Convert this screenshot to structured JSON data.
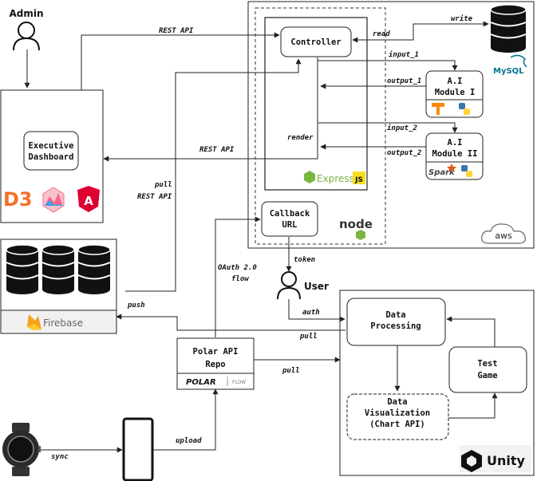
{
  "actors": {
    "admin": "Admin",
    "user": "User"
  },
  "boxes": {
    "controller": "Controller",
    "ai_module_1": [
      "A.I",
      "Module I"
    ],
    "ai_module_2": [
      "A.I",
      "Module II"
    ],
    "executive_dashboard": [
      "Executive",
      "Dashboard"
    ],
    "callback_url": [
      "Callback",
      "URL"
    ],
    "polar_api_repo": [
      "Polar API",
      "Repo"
    ],
    "data_processing": [
      "Data",
      "Processing"
    ],
    "test_game": [
      "Test",
      "Game"
    ],
    "data_visualization": [
      "Data",
      "Visualization",
      "(Chart API)"
    ]
  },
  "edge_labels": {
    "rest_api_top": "REST API",
    "read": "read",
    "write": "write",
    "input_1": "input_1",
    "output_1": "output_1",
    "input_2": "input_2",
    "output_2": "output_2",
    "render": "render",
    "rest_api_mid": "REST API",
    "pull_rest_api": [
      "pull",
      "REST API"
    ],
    "token": "token",
    "oauth": [
      "OAuth 2.0",
      "flow"
    ],
    "push": "push",
    "auth": "auth",
    "pull_1": "pull",
    "pull_2": "pull",
    "upload": "upload",
    "sync": "sync"
  },
  "logos": {
    "mysql": "MySQL",
    "express": "Express",
    "express_badge": "JS",
    "node": "node",
    "aws": "aws",
    "firebase": "Firebase",
    "polar": "POLAR",
    "polar_flow": "FLOW",
    "unity": "Unity",
    "spark": "Spark",
    "d3": "D3"
  },
  "colors": {
    "angular": "#dd0031",
    "firebase": "#f6a21b",
    "express_green": "#7bb542",
    "mysql_blue": "#00758f",
    "mysql_orange": "#e48e00",
    "python_blue": "#3776ab",
    "python_yellow": "#ffd43b",
    "tensorflow": "#ff8a00",
    "spark": "#e25a1c",
    "d3": "#f3702b"
  }
}
